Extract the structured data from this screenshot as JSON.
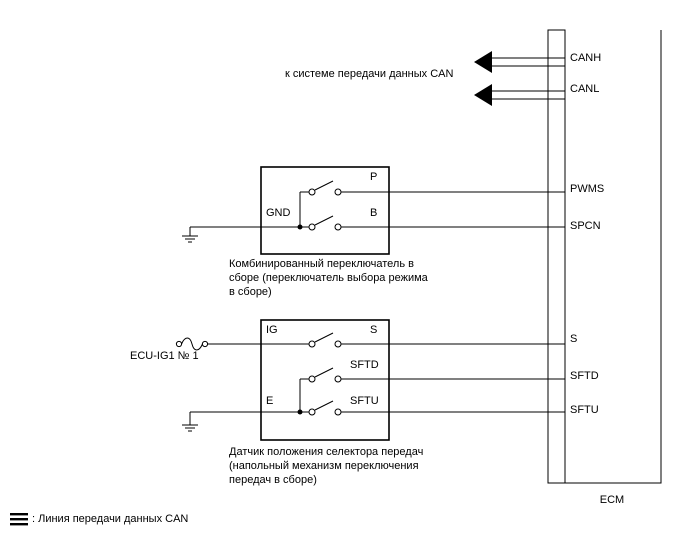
{
  "can_destination": "к системе передачи данных CAN",
  "ecm": {
    "name": "ECM",
    "pins": [
      "CANH",
      "CANL",
      "PWMS",
      "SPCN",
      "S",
      "SFTD",
      "SFTU"
    ]
  },
  "combination_switch": {
    "terminals": {
      "gnd": "GND",
      "p": "P",
      "b": "B"
    },
    "caption": [
      "Комбинированный переключатель в",
      "сборе (переключатель выбора режима",
      "в сборе)"
    ]
  },
  "position_sensor": {
    "terminals": {
      "ig": "IG",
      "s": "S",
      "e": "E",
      "sftd": "SFTD",
      "sftu": "SFTU"
    },
    "caption": [
      "Датчик положения селектора передач",
      "(напольный механизм переключения",
      "передач в сборе)"
    ]
  },
  "fuse_label": "ECU-IG1 № 1",
  "legend": ": Линия передачи данных CAN"
}
